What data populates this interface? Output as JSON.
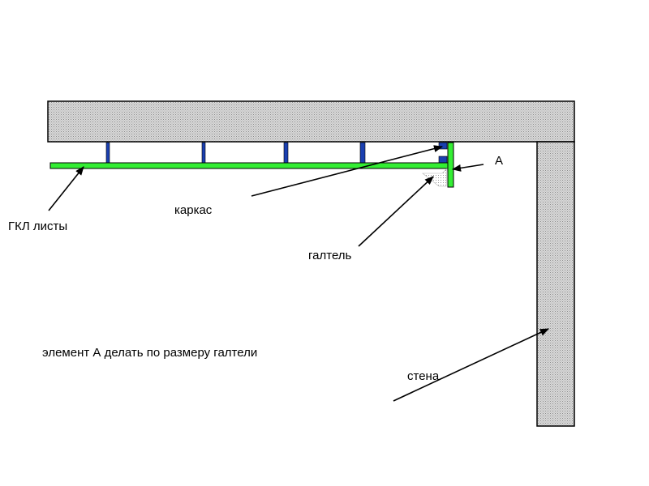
{
  "labels": {
    "gkl": "ГКЛ листы",
    "karkas": "каркас",
    "galtel": "галтель",
    "a": "А",
    "stena": "стена",
    "note": "элемент А делать по размеру галтели"
  },
  "colors": {
    "concrete_fill": "#d9d9d9",
    "concrete_dots": "#8c8c8c",
    "outline": "#000000",
    "gkl_sheet": "#33ee33",
    "frame_profile": "#1a3fb0",
    "arrow": "#000000"
  }
}
